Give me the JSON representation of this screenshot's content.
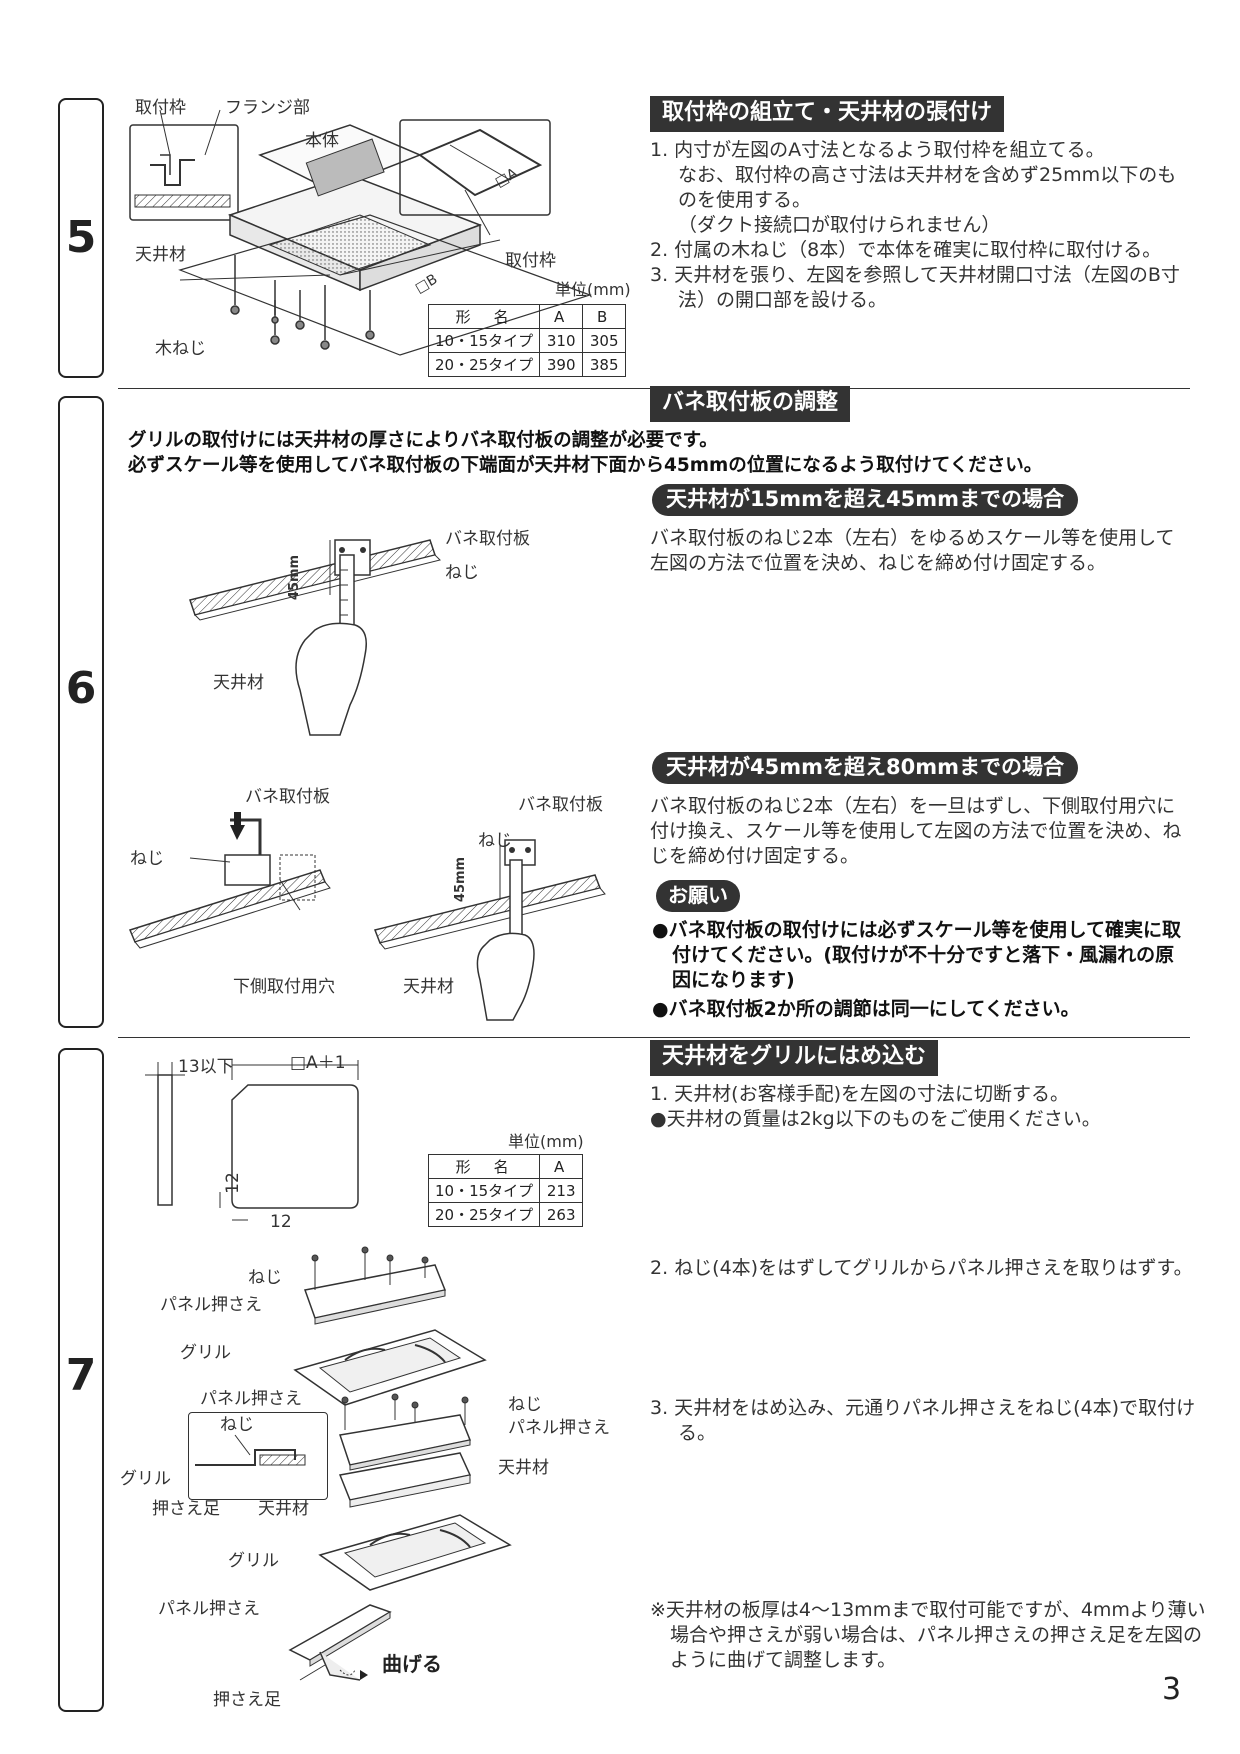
{
  "page_number": "3",
  "step5": {
    "number": "5",
    "header": "取付枠の組立て・天井材の張付け",
    "items": [
      "1. 内寸が左図のA寸法となるよう取付枠を組立てる。",
      "なお、取付枠の高さ寸法は天井材を含めず25mm以下のものを使用する。",
      "（ダクト接続口が取付けられません）",
      "2. 付属の木ねじ（8本）で本体を確実に取付枠に取付ける。",
      "3. 天井材を張り、左図を参照して天井材開口寸法（左図のB寸法）の開口部を設ける。"
    ],
    "labels": {
      "frame": "取付枠",
      "flange": "フランジ部",
      "body": "本体",
      "ceiling": "天井材",
      "frame2": "取付枠",
      "wood_screw": "木ねじ",
      "dim_a": "□A",
      "dim_b": "□B"
    },
    "unit": "単位(mm)",
    "table": {
      "headers": [
        "形　名",
        "A",
        "B"
      ],
      "rows": [
        [
          "10・15タイプ",
          "310",
          "305"
        ],
        [
          "20・25タイプ",
          "390",
          "385"
        ]
      ]
    }
  },
  "step6": {
    "number": "6",
    "header": "バネ取付板の調整",
    "intro": [
      "グリルの取付けには天井材の厚さによりバネ取付板の調整が必要です。",
      "必ずスケール等を使用してバネ取付板の下端面が天井材下面から45mmの位置になるよう取付けてください。"
    ],
    "case1": {
      "title": "天井材が15mmを超え45mmまでの場合",
      "text": "バネ取付板のねじ2本（左右）をゆるめスケール等を使用して左図の方法で位置を決め、ねじを締め付け固定する。",
      "labels": {
        "plate": "バネ取付板",
        "screw": "ねじ",
        "ceiling": "天井材",
        "dim": "45mm"
      }
    },
    "case2": {
      "title": "天井材が45mmを超え80mmまでの場合",
      "text": "バネ取付板のねじ2本（左右）を一旦はずし、下側取付用穴に付け換え、スケール等を使用して左図の方法で位置を決め、ねじを締め付け固定する。",
      "labels": {
        "plate_a": "バネ取付板",
        "screw_a": "ねじ",
        "hole": "下側取付用穴",
        "plate_b": "バネ取付板",
        "screw_b": "ねじ",
        "ceiling": "天井材",
        "dim": "45mm"
      }
    },
    "request": {
      "title": "お願い",
      "items": [
        "●バネ取付板の取付けには必ずスケール等を使用して確実に取付けてください。(取付けが不十分ですと落下・風漏れの原因になります)",
        "●バネ取付板2か所の調節は同一にしてください。"
      ]
    }
  },
  "step7": {
    "number": "7",
    "header": "天井材をグリルにはめ込む",
    "items": [
      "1. 天井材(お客様手配)を左図の寸法に切断する。",
      "●天井材の質量は2kg以下のものをご使用ください。",
      "2. ねじ(4本)をはずしてグリルからパネル押さえを取りはずす。",
      "3. 天井材をはめ込み、元通りパネル押さえをねじ(4本)で取付ける。",
      "※天井材の板厚は4～13mmまで取付可能ですが、4mmより薄い場合や押さえが弱い場合は、パネル押さえの押さえ足を左図のように曲げて調整します。"
    ],
    "dims": {
      "thick": "13以下",
      "side": "□A＋1",
      "corner_v": "12",
      "corner_h": "12"
    },
    "unit": "単位(mm)",
    "table": {
      "headers": [
        "形　名",
        "A"
      ],
      "rows": [
        [
          "10・15タイプ",
          "213"
        ],
        [
          "20・25タイプ",
          "263"
        ]
      ]
    },
    "labels": {
      "screw1": "ねじ",
      "panel1": "パネル押さえ",
      "grille1": "グリル",
      "panel2": "パネル押さえ",
      "screw2": "ねじ",
      "grille2": "グリル",
      "foot": "押さえ足",
      "ceiling2": "天井材",
      "screw3": "ねじ",
      "panel3": "パネル押さえ",
      "ceiling3": "天井材",
      "grille3": "グリル",
      "panel4": "パネル押さえ",
      "bend": "曲げる",
      "foot2": "押さえ足"
    }
  }
}
